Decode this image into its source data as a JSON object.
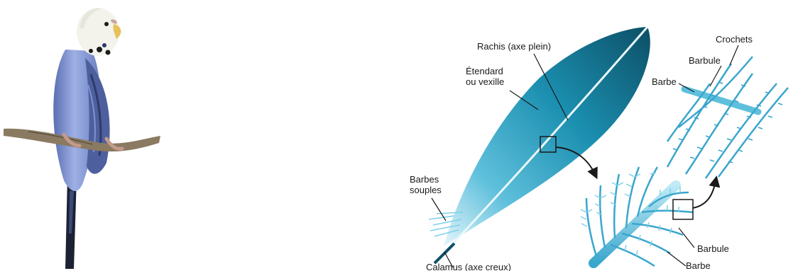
{
  "labels": {
    "rachis": "Rachis (axe plein)",
    "etendard": "Étendard\nou vexille",
    "barbes_souples": "Barbes\nsouples",
    "calamus": "Calamus (axe creux)",
    "crochets": "Crochets",
    "barbule_top": "Barbule",
    "barbe_top": "Barbe",
    "barbule_bottom": "Barbule",
    "barbe_bottom": "Barbe"
  },
  "colors": {
    "feather_dark": "#0c4f66",
    "feather_mid": "#1b8fb0",
    "feather_light": "#8fd4e8",
    "barb": "#3aa6cc",
    "barb_light": "#7fd0ea",
    "leader": "#1a1a1a"
  },
  "images": {
    "bird": "parakeet-on-branch"
  }
}
